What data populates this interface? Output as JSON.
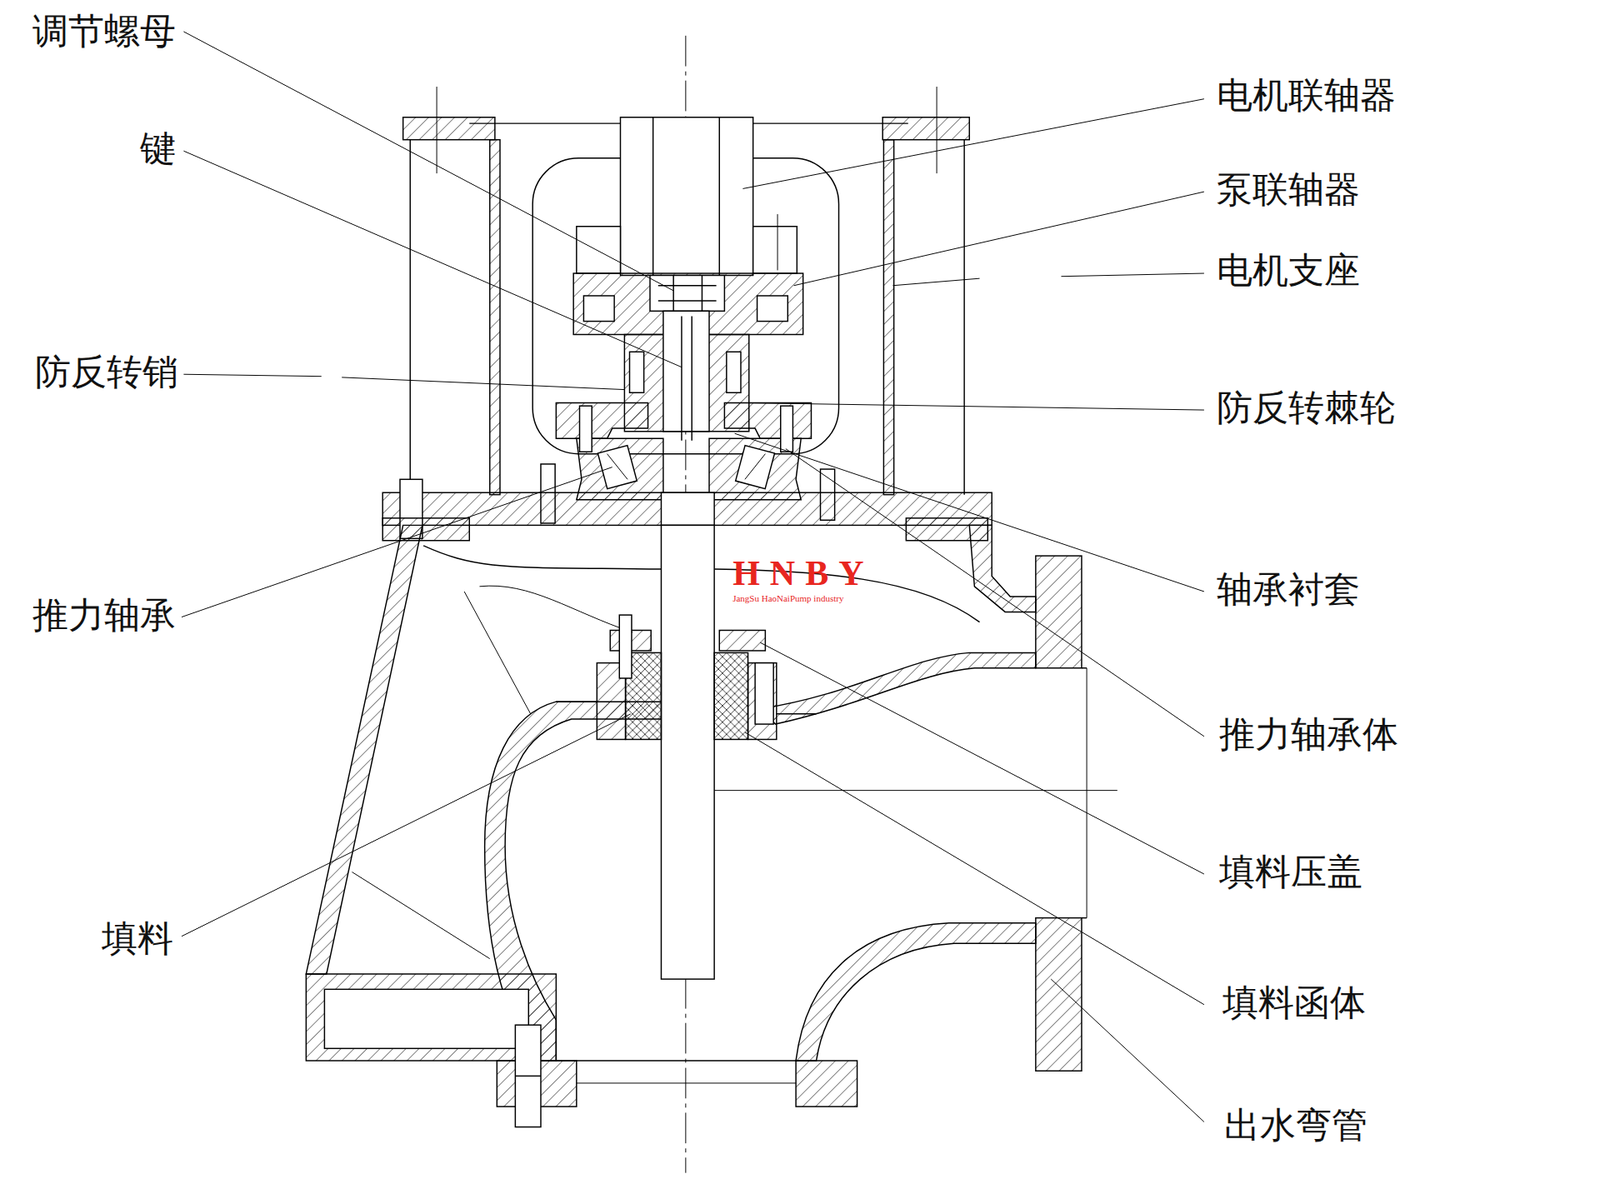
{
  "diagram": {
    "labels": [
      "调节螺母",
      "键",
      "防反转销",
      "推力轴承",
      "填料",
      "电机联轴器",
      "泵联轴器",
      "电机支座",
      "防反转棘轮",
      "轴承衬套",
      "推力轴承体",
      "填料压盖",
      "填料函体",
      "出水弯管",
      "HNBY",
      "JangSu HaoNaiPump industry"
    ]
  }
}
